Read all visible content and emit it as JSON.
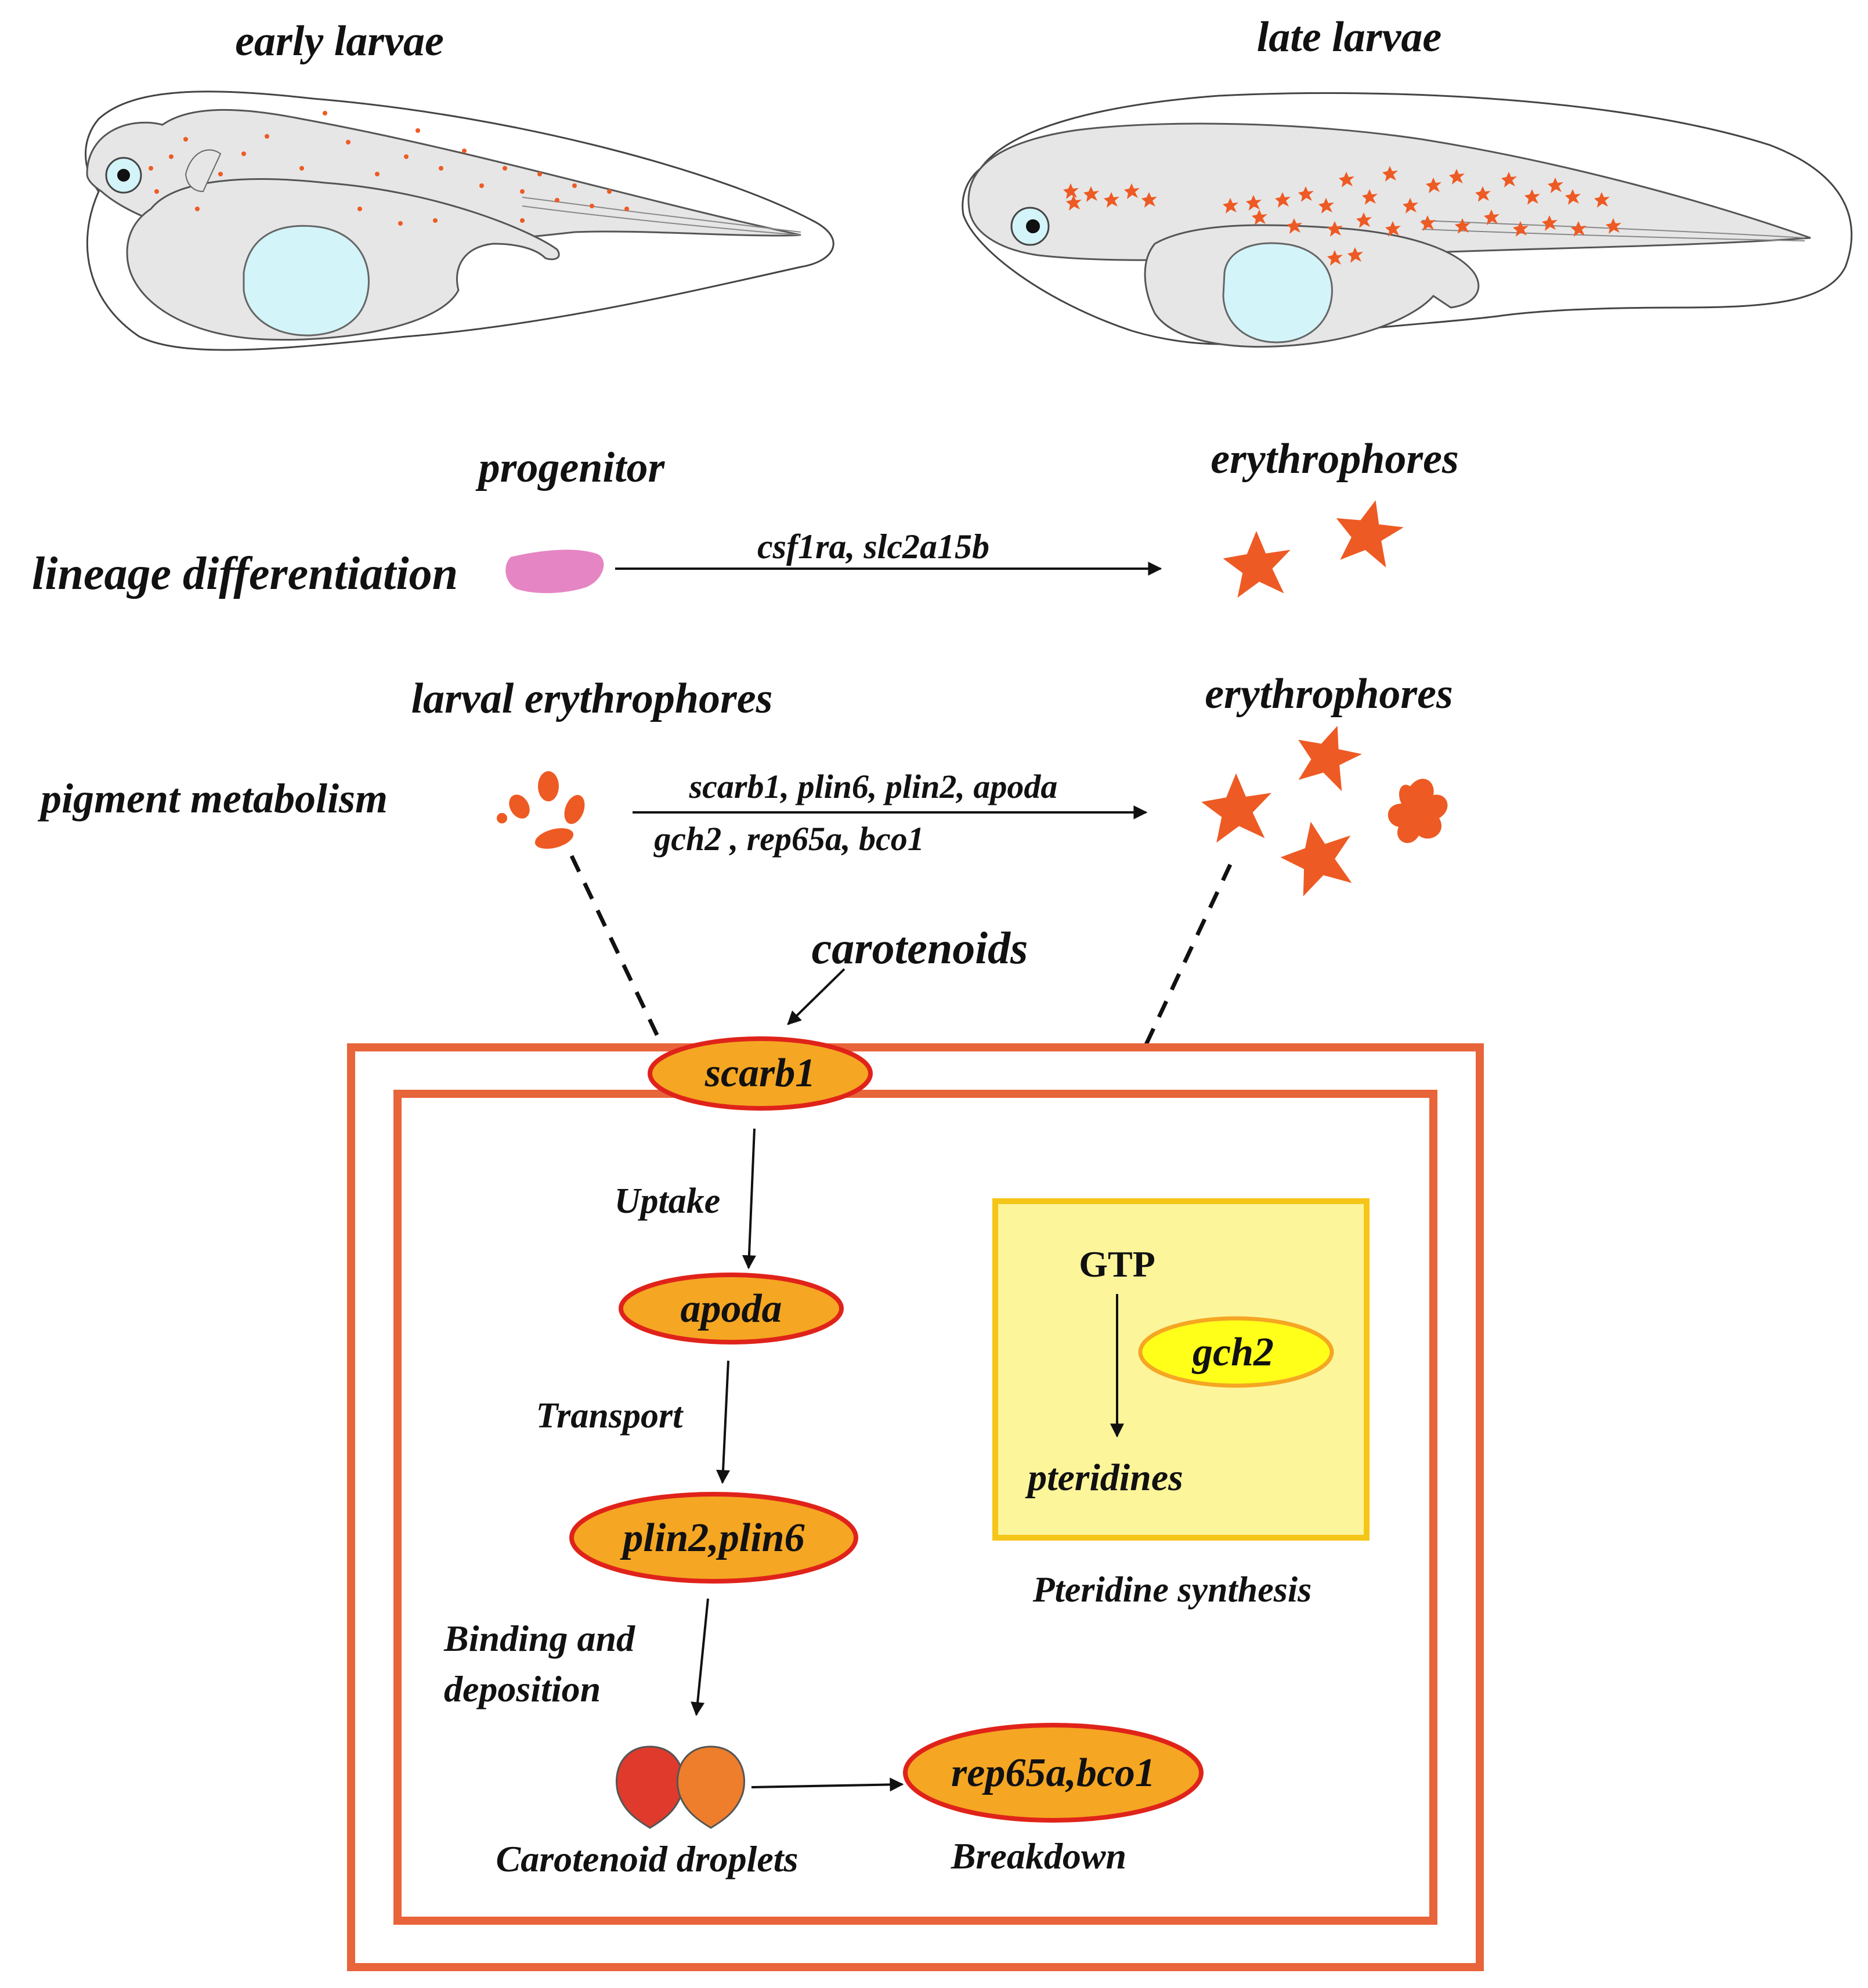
{
  "stages": {
    "early": "early larvae",
    "late": "late larvae"
  },
  "lineage": {
    "row_label": "lineage differentiation",
    "from_label": "progenitor",
    "to_label": "erythrophores",
    "genes": "csf1ra, slc2a15b"
  },
  "metabolism": {
    "row_label": "pigment metabolism",
    "from_label": "larval erythrophores",
    "to_label": "erythrophores",
    "genes_line1": "scarb1,  plin6,  plin2,  apoda",
    "genes_line2": "gch2 , rep65a, bco1"
  },
  "pathway": {
    "input": "carotenoids",
    "receptor": "scarb1",
    "step1": "Uptake",
    "node1": "apoda",
    "step2": "Transport",
    "node2": "plin2,plin6",
    "step3_line1": "Binding and",
    "step3_line2": "deposition",
    "droplets": "Carotenoid droplets",
    "node3": "rep65a,bco1",
    "breakdown": "Breakdown"
  },
  "pteridine": {
    "gtp": "GTP",
    "enzyme": "gch2",
    "product": "pteridines",
    "caption": "Pteridine synthesis"
  },
  "colors": {
    "outer_box": "#e8643a",
    "node_fill": "#f5a623",
    "node_stroke": "#e0231a",
    "yellow_box_fill": "#fdf59a",
    "yellow_box_stroke": "#f5c518",
    "gch2_fill": "#ffff1a",
    "pigment_cell": "#ee5a24",
    "progenitor": "#e585c4",
    "yolk": "#d3f4f8",
    "body": "#e6e6e6"
  }
}
